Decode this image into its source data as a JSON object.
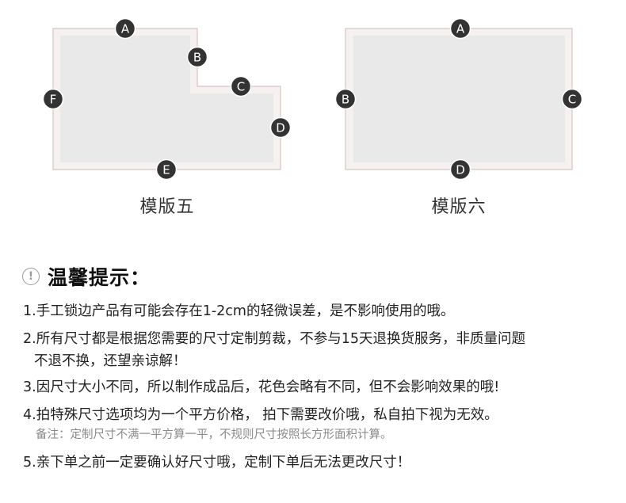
{
  "templates": [
    {
      "name": "模版五",
      "markers": [
        "A",
        "B",
        "C",
        "D",
        "E",
        "F"
      ]
    },
    {
      "name": "模版六",
      "markers": [
        "A",
        "B",
        "C",
        "D"
      ]
    }
  ],
  "colors": {
    "outline": "#d6c4c4",
    "fill": "#e9e9e9",
    "border_band": "#f5f1f1",
    "marker": "#333333",
    "marker_text": "#ffffff"
  },
  "tips": {
    "icon": "info-circle-icon",
    "icon_glyph": "!",
    "title": "温馨提示：",
    "items": [
      {
        "text": "1.手工锁边产品有可能会存在1-2cm的轻微误差，是不影响使用的哦。"
      },
      {
        "text": "2.所有尺寸都是根据您需要的尺寸定制剪裁，不参与15天退换货服务，非质量问题",
        "cont": "不退不换，还望亲谅解！"
      },
      {
        "text": "3.因尺寸大小不同，所以制作成品后，花色会略有不同，但不会影响效果的哦!"
      },
      {
        "text": "4.拍特殊尺寸选项均为一个平方价格， 拍下需要改价哦，私自拍下视为无效。",
        "note": "备注：定制尺寸不满一平方算一平，不规则尺寸按照长方形面积计算。"
      },
      {
        "text": "5.亲下单之前一定要确认好尺寸哦，定制下单后无法更改尺寸！"
      }
    ]
  }
}
